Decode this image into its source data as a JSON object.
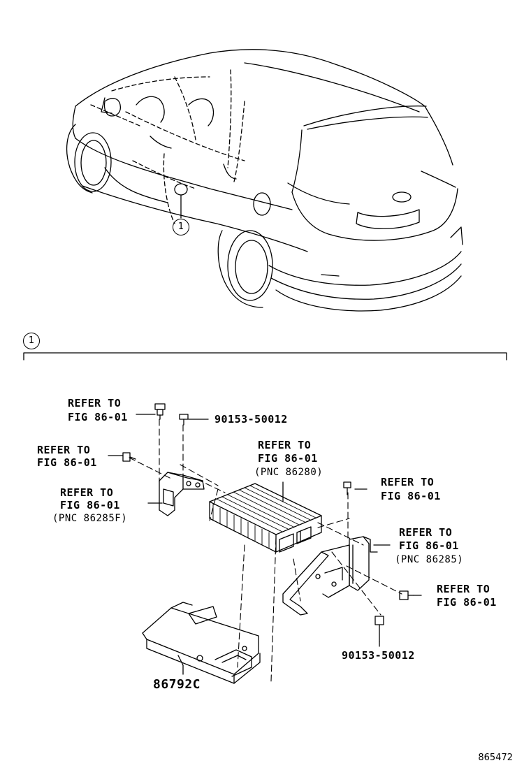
{
  "callout": "1",
  "section_marker": "1",
  "labels": {
    "refer_a": "REFER TO",
    "fig_a": "FIG 86-01",
    "bolt_top": "90153-50012",
    "refer_b": "REFER TO",
    "fig_b": "FIG 86-01",
    "refer_c": "REFER TO",
    "fig_c": "FIG 86-01",
    "pnc_c": "(PNC 86280)",
    "refer_d": "REFER TO",
    "fig_d": "FIG 86-01",
    "pnc_d": "(PNC 86285F)",
    "refer_e": "REFER TO",
    "fig_e": "FIG 86-01",
    "refer_f": "REFER TO",
    "fig_f": "FIG 86-01",
    "pnc_f": "(PNC 86285)",
    "refer_g": "REFER TO",
    "fig_g": "FIG 86-01",
    "bolt_bottom": "90153-50012",
    "part_ecu": "86792C"
  },
  "figure_id": "865472"
}
